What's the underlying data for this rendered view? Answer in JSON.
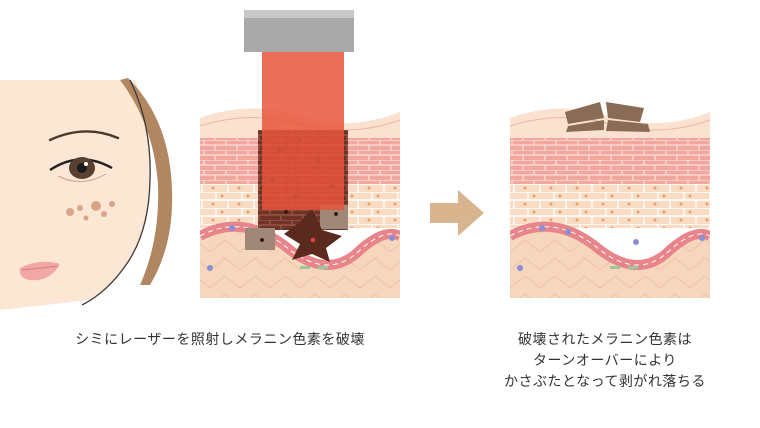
{
  "captions": {
    "left": "シミにレーザーを照射しメラニン色素を破壊",
    "right_lines": [
      "破壊されたメラニン色素は",
      "ターンオーバーにより",
      "かさぶたとなって剥がれ落ちる"
    ]
  },
  "colors": {
    "skin": "#fbe3d0",
    "face_line": "#3a3a3a",
    "hair": "#b08760",
    "laser": "#e8553c",
    "laser_head": "#a9a9a9",
    "epidermis_red": "#d86e66",
    "dermis": "#f4cfb2",
    "cell_dot": "#e99a5f",
    "melanin": "#5a2a1e",
    "scab": "#8a6b55",
    "arrow": "#d9b58f",
    "basement_red": "#e8858a",
    "basement_blue": "#8a8ed6"
  },
  "icons": {
    "face": "woman-face-illustration",
    "laser": "laser-emitter",
    "arrow": "right-arrow-icon"
  }
}
